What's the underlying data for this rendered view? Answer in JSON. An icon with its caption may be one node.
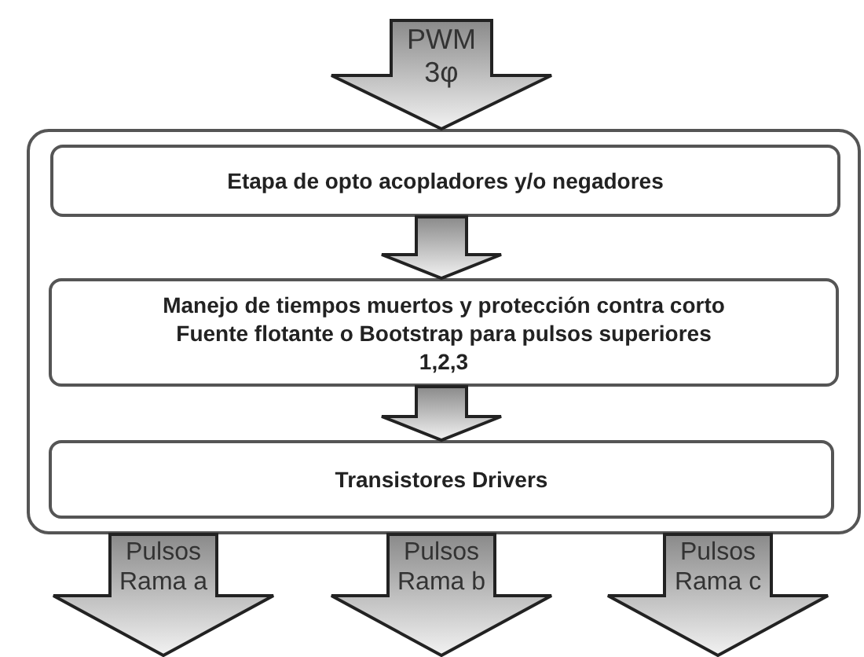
{
  "diagram": {
    "nodes": [
      {
        "text": [],
        "shape": "box"
      },
      {
        "text": [
          "Etapa de opto acopladores y/o negadores"
        ],
        "in": 0
      },
      {
        "text": [
          "Manejo de tiempos muertos y protección contra corto",
          "Fuente flotante o Bootstrap para pulsos superiores 1,2,3"
        ],
        "in": 0
      },
      {
        "text": [
          "Transistores Drivers"
        ],
        "in": 0
      }
    ],
    "edges": [
      {
        "from": null,
        "to": 0,
        "arrow": "to",
        "label": "PWM 3φ"
      },
      {
        "from": 1,
        "to": 2,
        "arrow": "to"
      },
      {
        "from": 2,
        "to": 3,
        "arrow": "to"
      },
      {
        "from": 0,
        "to": null,
        "arrow": "to",
        "label": "Pulsos Rama a"
      },
      {
        "from": 0,
        "to": null,
        "arrow": "to",
        "label": "Pulsos Rama b"
      },
      {
        "from": 0,
        "to": null,
        "arrow": "to",
        "label": "Pulsos Rama c"
      }
    ]
  }
}
